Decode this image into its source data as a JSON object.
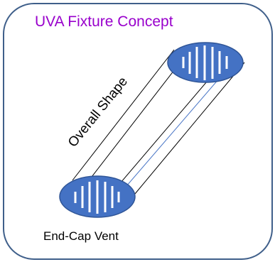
{
  "title": "UVA Fixture Concept",
  "shape_label": "Overall Shape",
  "vent_label": "End-Cap Vent",
  "colors": {
    "title": "#9900cc",
    "border": "#3f5f8a",
    "endcap_fill": "#4472c4",
    "endcap_stroke": "#2f5597",
    "vent_slot": "#ffffff",
    "edge_line": "#000000"
  },
  "icons": {
    "top_endcap": "ellipse-vent-icon",
    "bottom_endcap": "ellipse-vent-icon"
  }
}
